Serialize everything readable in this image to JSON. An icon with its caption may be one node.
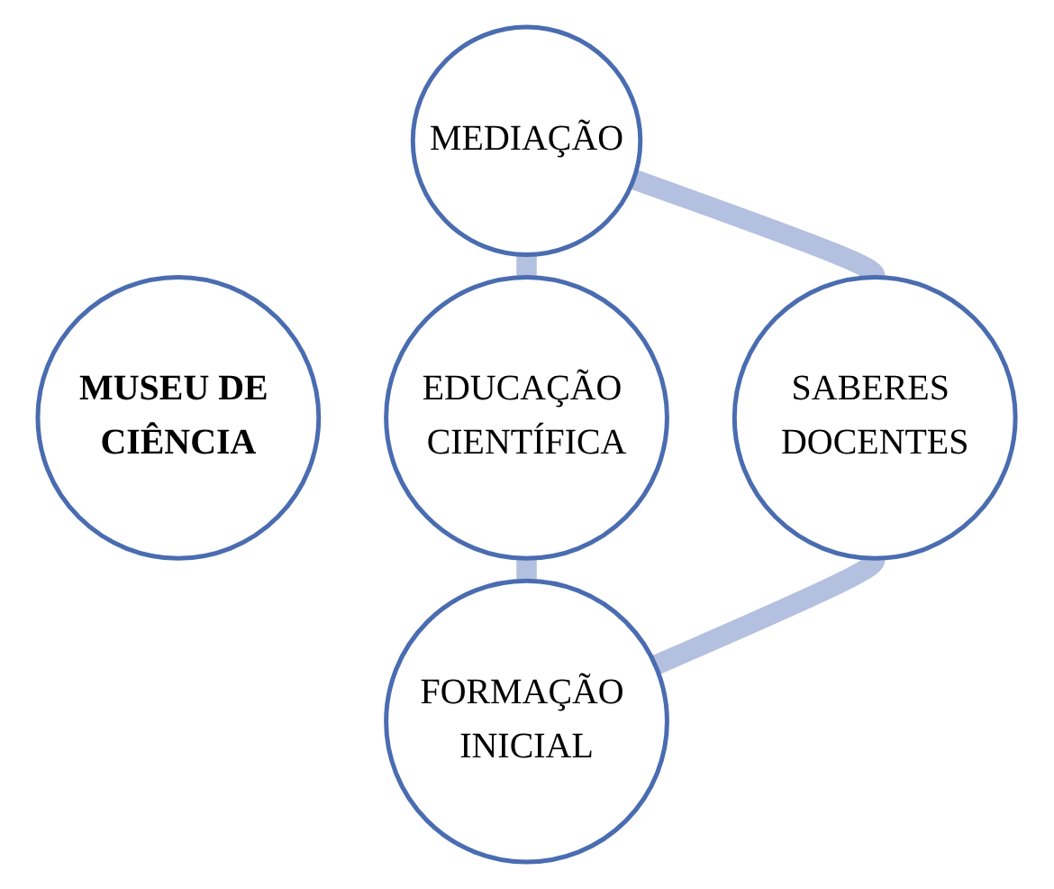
{
  "diagram": {
    "nodes": [
      {
        "text": [
          "MEDIAÇÃO"
        ]
      },
      {
        "text": [
          "SABERES DOCENTES"
        ]
      },
      {
        "text": [
          "MUSEU DE CIÊNCIA"
        ]
      },
      {
        "text": [
          "EDUCAÇÃO CIENTÍFICA"
        ]
      },
      {
        "text": [
          "FORMAÇÃO INICIAL"
        ]
      }
    ],
    "edges": [
      {
        "from": 0,
        "to": 3,
        "arrow": "none"
      },
      {
        "from": 3,
        "to": 4,
        "arrow": "none"
      },
      {
        "from": 1,
        "to": 4,
        "arrow": "none"
      },
      {
        "from": 0,
        "to": 1,
        "arrow": "none"
      }
    ]
  }
}
